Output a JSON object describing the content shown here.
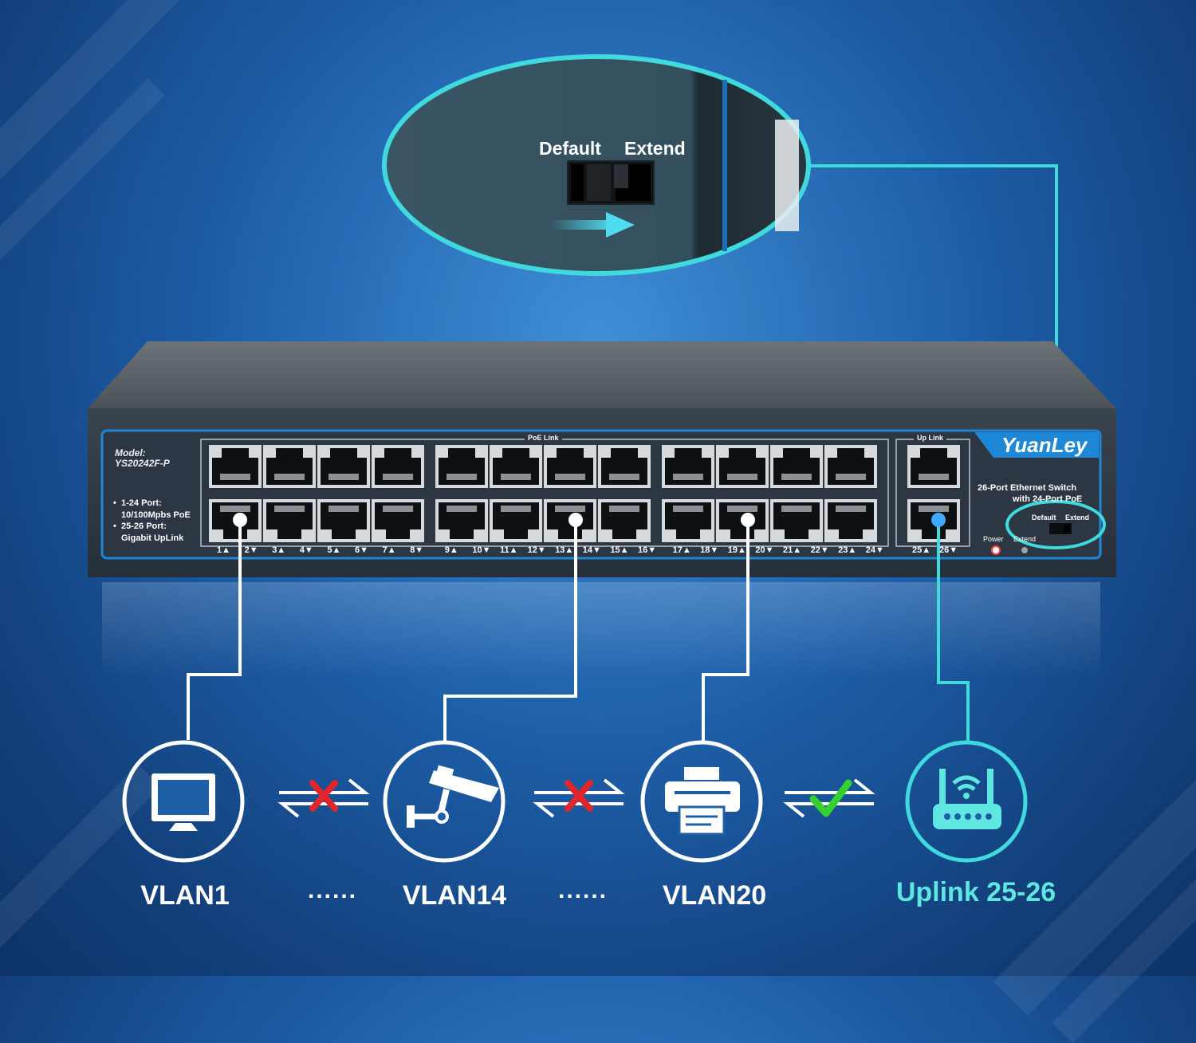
{
  "zoom_callout": {
    "default_label": "Default",
    "extend_label": "Extend"
  },
  "switch": {
    "model_label": "Model:",
    "model_value": "YS20242F-P",
    "spec_line1": "1-24 Port:",
    "spec_line2": "10/100Mpbs PoE",
    "spec_line3": "25-26 Port:",
    "spec_line4": "Gigabit UpLink",
    "poe_link_label": "PoE Link",
    "uplink_group_label": "Up Link",
    "brand": "YuanLey",
    "desc_line1": "26-Port Ethernet Switch",
    "desc_line2": "with 24-Port PoE",
    "small_default": "Default",
    "small_extend": "Extend",
    "power_label": "Power",
    "power_extend_label": "Extend",
    "port_labels": [
      "1▲",
      "2▼",
      "3▲",
      "4▼",
      "5▲",
      "6▼",
      "7▲",
      "8▼",
      "9▲",
      "10▼",
      "11▲",
      "12▼",
      "13▲",
      "14▼",
      "15▲",
      "16▼",
      "17▲",
      "18▼",
      "19▲",
      "20▼",
      "21▲",
      "22▼",
      "23▲",
      "24▼"
    ],
    "uplink_port_labels": [
      "25▲",
      "26▼"
    ]
  },
  "nodes": [
    {
      "label": "VLAN1",
      "icon": "monitor-icon"
    },
    {
      "label": "VLAN14",
      "icon": "security-camera-icon"
    },
    {
      "label": "VLAN20",
      "icon": "printer-icon"
    },
    {
      "label": "Uplink 25-26",
      "icon": "wifi-router-icon"
    }
  ],
  "separators": [
    "......",
    "......"
  ],
  "links": [
    {
      "from": "VLAN1",
      "to": "VLAN14",
      "status": "blocked",
      "mark": "red-x-icon"
    },
    {
      "from": "VLAN14",
      "to": "VLAN20",
      "status": "blocked",
      "mark": "red-x-icon"
    },
    {
      "from": "VLAN20",
      "to": "Uplink 25-26",
      "status": "allowed",
      "mark": "green-check-icon"
    }
  ],
  "colors": {
    "accent_cyan": "#3fd9de",
    "uplink_text": "#5fe6e0",
    "blocked": "#e0262b",
    "allowed": "#35d12f",
    "switch_panel": "#2f3a45"
  }
}
